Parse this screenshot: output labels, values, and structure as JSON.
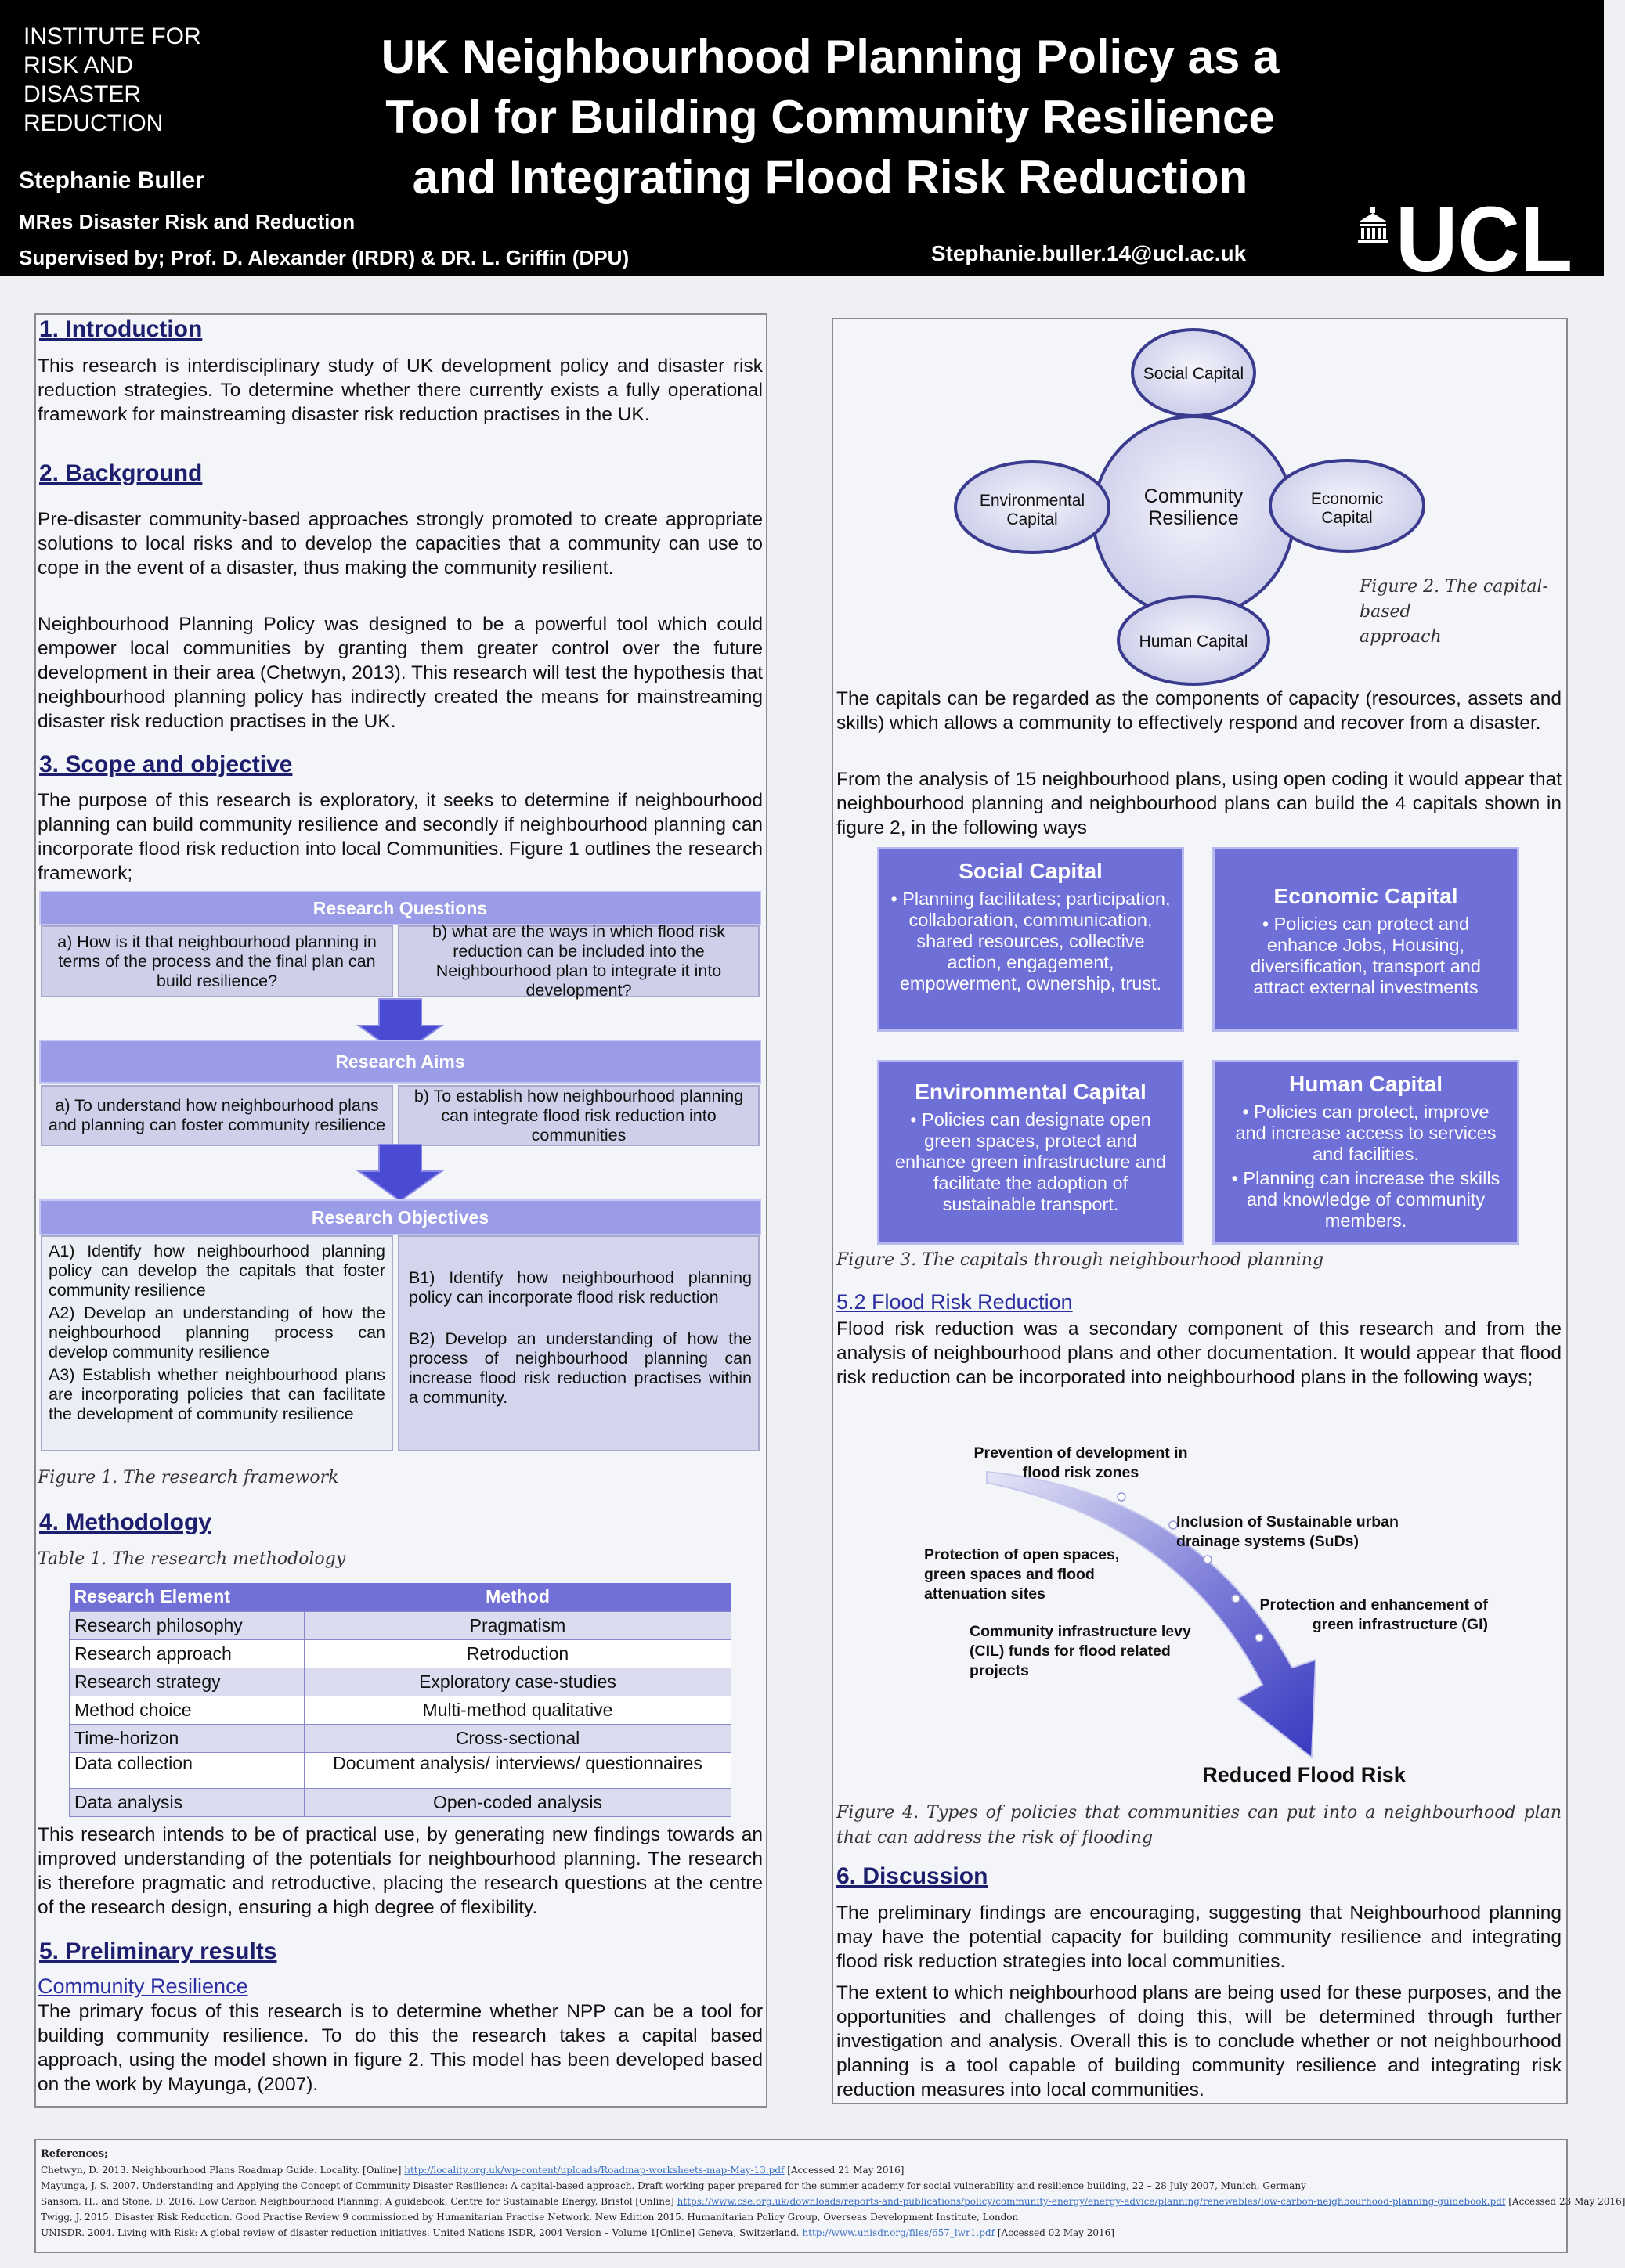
{
  "header": {
    "institute_lines": [
      "INSTITUTE FOR",
      "RISK AND",
      "DISASTER",
      "REDUCTION"
    ],
    "title_lines": [
      "UK Neighbourhood Planning Policy as a",
      "Tool for Building Community Resilience",
      "and Integrating Flood Risk Reduction"
    ],
    "author": "Stephanie Buller",
    "degree": "MRes Disaster Risk and Reduction",
    "supervisors": "Supervised by; Prof. D. Alexander (IRDR) & DR. L. Griffin (DPU)",
    "email": "Stephanie.buller.14@ucl.ac.uk",
    "logo_text": "UCL"
  },
  "introduction": {
    "heading": "1. Introduction",
    "text": "This research is interdisciplinary study of UK development policy and disaster risk reduction strategies. To determine whether there currently exists a fully operational framework for mainstreaming disaster risk reduction practises in the UK."
  },
  "background": {
    "heading": "2. Background",
    "p1": "Pre-disaster community-based approaches strongly promoted to create appropriate solutions to local risks and to develop the capacities that a community can use to cope in the event of a disaster, thus making the community resilient.",
    "p2": "Neighbourhood Planning Policy was designed to be a powerful tool which could empower local communities by granting them greater control over the future development in their area (Chetwyn, 2013). This research will test the hypothesis that neighbourhood planning policy has indirectly created the means for mainstreaming disaster risk reduction practises in the UK."
  },
  "scope": {
    "heading": "3. Scope and objective",
    "text": "The purpose of this research is exploratory, it seeks to determine if neighbourhood planning can build community resilience and secondly if neighbourhood planning can incorporate flood risk reduction into local Communities. Figure 1 outlines the research framework;"
  },
  "framework": {
    "questions_label": "Research Questions",
    "q_a": "a) How is it that neighbourhood planning in terms of the process and the final plan can build resilience?",
    "q_b": "b) what are the ways in which flood risk reduction can be included into the Neighbourhood plan to integrate it into development?",
    "aims_label": "Research Aims",
    "aim_a": "a) To understand how neighbourhood plans and planning can foster community resilience",
    "aim_b": "b) To establish how neighbourhood planning can integrate flood risk reduction into communities",
    "objectives_label": "Research Objectives",
    "a1": "A1) Identify how neighbourhood planning policy can develop the capitals that foster community resilience",
    "a2": "A2) Develop an understanding of how the neighbourhood planning process can develop community resilience",
    "a3": "A3) Establish whether neighbourhood plans are incorporating policies that can facilitate the development of community resilience",
    "b1": "B1) Identify how neighbourhood planning policy can incorporate flood risk reduction",
    "b2": "B2) Develop an understanding of how the process of neighbourhood planning can increase flood risk reduction practises within a community.",
    "caption": "Figure 1.  The research framework"
  },
  "methodology": {
    "heading": "4. Methodology",
    "table_caption": "Table 1. The research methodology",
    "columns": [
      "Research Element",
      "Method"
    ],
    "rows": [
      [
        "Research philosophy",
        "Pragmatism"
      ],
      [
        "Research approach",
        "Retroduction"
      ],
      [
        "Research strategy",
        "Exploratory case-studies"
      ],
      [
        "Method choice",
        "Multi-method qualitative"
      ],
      [
        "Time-horizon",
        "Cross-sectional"
      ],
      [
        "Data collection",
        "Document analysis/ interviews/ questionnaires"
      ],
      [
        "Data analysis",
        "Open-coded analysis"
      ]
    ],
    "text": "This research intends to be of practical use, by generating new findings towards an improved understanding of the potentials for neighbourhood planning. The research is therefore pragmatic and retroductive, placing the research questions at the centre of the research design, ensuring a high degree of flexibility."
  },
  "results": {
    "heading": "5. Preliminary results",
    "subheading": "Community Resilience",
    "text": "The primary focus of this research is to determine whether NPP can be a tool for building community resilience. To do this the research takes a capital based approach, using the model shown in figure 2. This model has been developed based on the work by Mayunga, (2007)."
  },
  "figure2": {
    "center": [
      "Community",
      "Resilience"
    ],
    "top": "Social Capital",
    "left": [
      "Environmental",
      "Capital"
    ],
    "right": [
      "Economic",
      "Capital"
    ],
    "bottom": "Human Capital",
    "caption_lines": [
      "Figure 2. The capital-based",
      "approach"
    ]
  },
  "capitals_text": {
    "p1": "The capitals can be regarded as the components of capacity (resources, assets and skills) which allows a community to effectively respond and recover from a disaster.",
    "p2": "From the analysis of 15 neighbourhood plans, using open coding it would appear that neighbourhood planning and neighbourhood plans can build the 4 capitals shown in figure 2, in the following ways"
  },
  "figure3": {
    "social_title": "Social Capital",
    "social_body": "• Planning facilitates; participation, collaboration, communication, shared resources, collective action, engagement, empowerment, ownership, trust.",
    "economic_title": "Economic Capital",
    "economic_body": "• Policies can protect and enhance Jobs, Housing, diversification, transport and attract external investments",
    "environmental_title": "Environmental Capital",
    "environmental_body": "• Policies can designate open green spaces, protect and enhance green infrastructure and facilitate the adoption of sustainable transport.",
    "human_title": "Human Capital",
    "human_b1": "• Policies can protect, improve and increase access to services and facilities.",
    "human_b2": "• Planning can increase the skills and knowledge of community members.",
    "caption": "Figure 3. The capitals through neighbourhood planning"
  },
  "flood": {
    "subheading": "5.2 Flood Risk Reduction",
    "text": "Flood risk reduction was a secondary component of this research and from the analysis of neighbourhood plans and other documentation. It would appear that flood risk reduction can be incorporated into neighbourhood plans in the following ways;",
    "item1": [
      "Prevention of development in",
      "flood risk zones"
    ],
    "item2": [
      "Inclusion of Sustainable urban",
      "drainage systems (SuDs)"
    ],
    "item3": [
      "Protection of open spaces,",
      "green spaces and flood",
      "attenuation sites"
    ],
    "item4": [
      "Protection and enhancement of",
      "green infrastructure (GI)"
    ],
    "item5": [
      "Community infrastructure levy",
      "(CIL) funds for flood related",
      "projects"
    ],
    "outcome": "Reduced Flood Risk",
    "caption": "Figure 4. Types of policies that communities can put into a neighbourhood plan that can address the risk of flooding"
  },
  "discussion": {
    "heading": "6. Discussion",
    "p1": "The preliminary findings are encouraging, suggesting that Neighbourhood planning may have the potential capacity for building community resilience and integrating flood risk reduction strategies into local communities.",
    "p2": "The extent to which neighbourhood plans are being used for these purposes, and the opportunities and challenges of doing this, will be determined through further investigation and analysis. Overall this is to conclude whether or not neighbourhood planning is a tool capable of building community resilience and integrating risk reduction measures into local communities."
  },
  "references": {
    "heading": "References;",
    "items": [
      {
        "text": "Chetwyn, D. 2013. Neighbourhood Plans Roadmap Guide. Locality. [Online] ",
        "link": "http://locality.org.uk/wp-content/uploads/Roadmap-worksheets-map-May-13.pdf",
        "tail": " [Accessed 21 May 2016]"
      },
      {
        "text": "Mayunga, J. S. 2007. Understanding and Applying the Concept of Community Disaster Resilience: A capital-based approach. Draft working paper prepared for the summer academy for social vulnerability and resilience building, 22 – 28 July 2007, Munich, Germany",
        "link": "",
        "tail": ""
      },
      {
        "text": "Sansom, H., and Stone, D. 2016. Low Carbon Neighbourhood Planning: A guidebook. Centre for Sustainable Energy, Bristol [Online] ",
        "link": "https://www.cse.org.uk/downloads/reports-and-publications/policy/community-energy/energy-advice/planning/renewables/low-carbon-neighbourhood-planning-guidebook.pdf",
        "tail": " [Accessed 23 May 2016]"
      },
      {
        "text": "Twigg, J. 2015. Disaster Risk Reduction. Good Practise Review 9 commissioned by Humanitarian Practise Network. New Edition 2015. Humanitarian Policy Group, Overseas Development Institute, London",
        "link": "",
        "tail": ""
      },
      {
        "text": "UNISDR. 2004. Living with Risk: A global review of disaster reduction initiatives. United Nations ISDR, 2004 Version – Volume 1[Online] Geneva, Switzerland. ",
        "link": "http://www.unisdr.org/files/657_lwr1.pdf",
        "tail": " [Accessed 02 May 2016]"
      }
    ]
  },
  "colors": {
    "header_bg": "#000000",
    "accent": "#6f6fd8",
    "heading": "#1d1f6e"
  }
}
